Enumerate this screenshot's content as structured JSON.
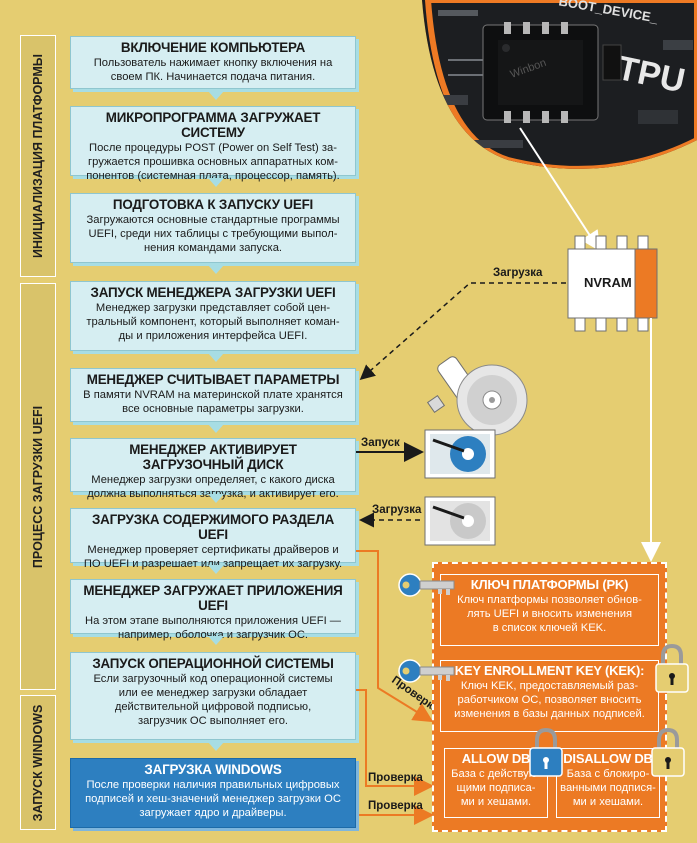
{
  "phases": [
    {
      "id": "init",
      "label": "ИНИЦИАЛИЗАЦИЯ ПЛАТФОРМЫ"
    },
    {
      "id": "uefi",
      "label": "ПРОЦЕСС ЗАГРУЗКИ UEFI"
    },
    {
      "id": "windows",
      "label": "ЗАПУСК WINDOWS"
    }
  ],
  "steps": [
    {
      "title": "ВКЛЮЧЕНИЕ КОМПЬЮТЕРА",
      "lines": [
        "Пользователь нажимает кнопку включения на",
        "своем ПК. Начинается подача питания."
      ]
    },
    {
      "title": "МИКРОПРОГРАММА ЗАГРУЖАЕТ СИСТЕМУ",
      "lines": [
        "После процедуры POST (Power on Self Test) за-",
        "гружается прошивка основных аппаратных ком-",
        "понентов (системная плата, процессор, память)."
      ]
    },
    {
      "title": "ПОДГОТОВКА К ЗАПУСКУ UEFI",
      "lines": [
        "Загружаются основные стандартные программы",
        "UEFI, среди них таблицы с требующими выпол-",
        "нения командами запуска."
      ]
    },
    {
      "title": "ЗАПУСК МЕНЕДЖЕРА ЗАГРУЗКИ UEFI",
      "lines": [
        "Менеджер загрузки представляет собой цен-",
        "тральный компонент, который выполняет коман-",
        "ды и приложения интерфейса UEFI."
      ]
    },
    {
      "title": "МЕНЕДЖЕР СЧИТЫВАЕТ ПАРАМЕТРЫ",
      "lines": [
        "В памяти NVRAM на материнской плате хранятся",
        "все основные параметры загрузки."
      ]
    },
    {
      "title": "МЕНЕДЖЕР АКТИВИРУЕТ ЗАГРУЗОЧНЫЙ ДИСК",
      "lines": [
        "Менеджер загрузки определяет, с какого диска",
        "должна выполняться загрузка, и активирует его."
      ]
    },
    {
      "title": "ЗАГРУЗКА СОДЕРЖИМОГО РАЗДЕЛА UEFI",
      "lines": [
        "Менеджер проверяет сертификаты драйверов и",
        "ПО UEFI и разрешает или запрещает их загрузку."
      ]
    },
    {
      "title": "МЕНЕДЖЕР ЗАГРУЖАЕТ ПРИЛОЖЕНИЯ UEFI",
      "lines": [
        "На этом этапе выполняются приложения UEFI —",
        "например, оболочка и загрузчик ОС."
      ]
    },
    {
      "title": "ЗАПУСК ОПЕРАЦИОННОЙ СИСТЕМЫ",
      "lines": [
        "Если загрузочный код операционной системы",
        "или ее менеджер загрузки обладает",
        "действительной цифровой подписью,",
        "загрузчик ОС выполняет его."
      ]
    },
    {
      "title": "ЗАГРУЗКА WINDOWS",
      "lines": [
        "После проверки наличия правильных цифровых",
        "подписей и хеш-значений менеджер загрузки ОС",
        "загружает ядро и драйверы."
      ]
    }
  ],
  "labels": {
    "nvram": "NVRAM",
    "load1": "Загрузка",
    "launch": "Запуск",
    "load2": "Загрузка",
    "check_diag": "Проверка",
    "check1": "Проверка",
    "check2": "Проверка",
    "chip_text1": "BOOT_DEVICE_",
    "chip_text2": "TPU"
  },
  "security": {
    "pk": {
      "title": "КЛЮЧ ПЛАТФОРМЫ (PK)",
      "lines": [
        "Ключ платформы позволяет обнов-",
        "лять UEFI и вносить изменения",
        "в список ключей KEK."
      ]
    },
    "kek": {
      "title": "KEY ENROLLMENT KEY (KEK):",
      "lines": [
        "Ключ KEK, предоставляемый раз-",
        "работчиком ОС, позволяет вносить",
        "изменения в базы данных подписей."
      ]
    },
    "allow": {
      "title": "ALLOW DB",
      "lines": [
        "База с действую-",
        "щими подписа-",
        "ми и хешами."
      ]
    },
    "disallow": {
      "title": "DISALLOW DB",
      "lines": [
        "База с блокиро-",
        "ванными подпися-",
        "ми и хешами."
      ]
    }
  },
  "colors": {
    "background": "#e5cd71",
    "step_fill": "#d6eef2",
    "step_dark": "#2d7fc0",
    "security": "#ec7a24",
    "arrow": "#1a1a1a",
    "check_arrow": "#ec7a24"
  }
}
